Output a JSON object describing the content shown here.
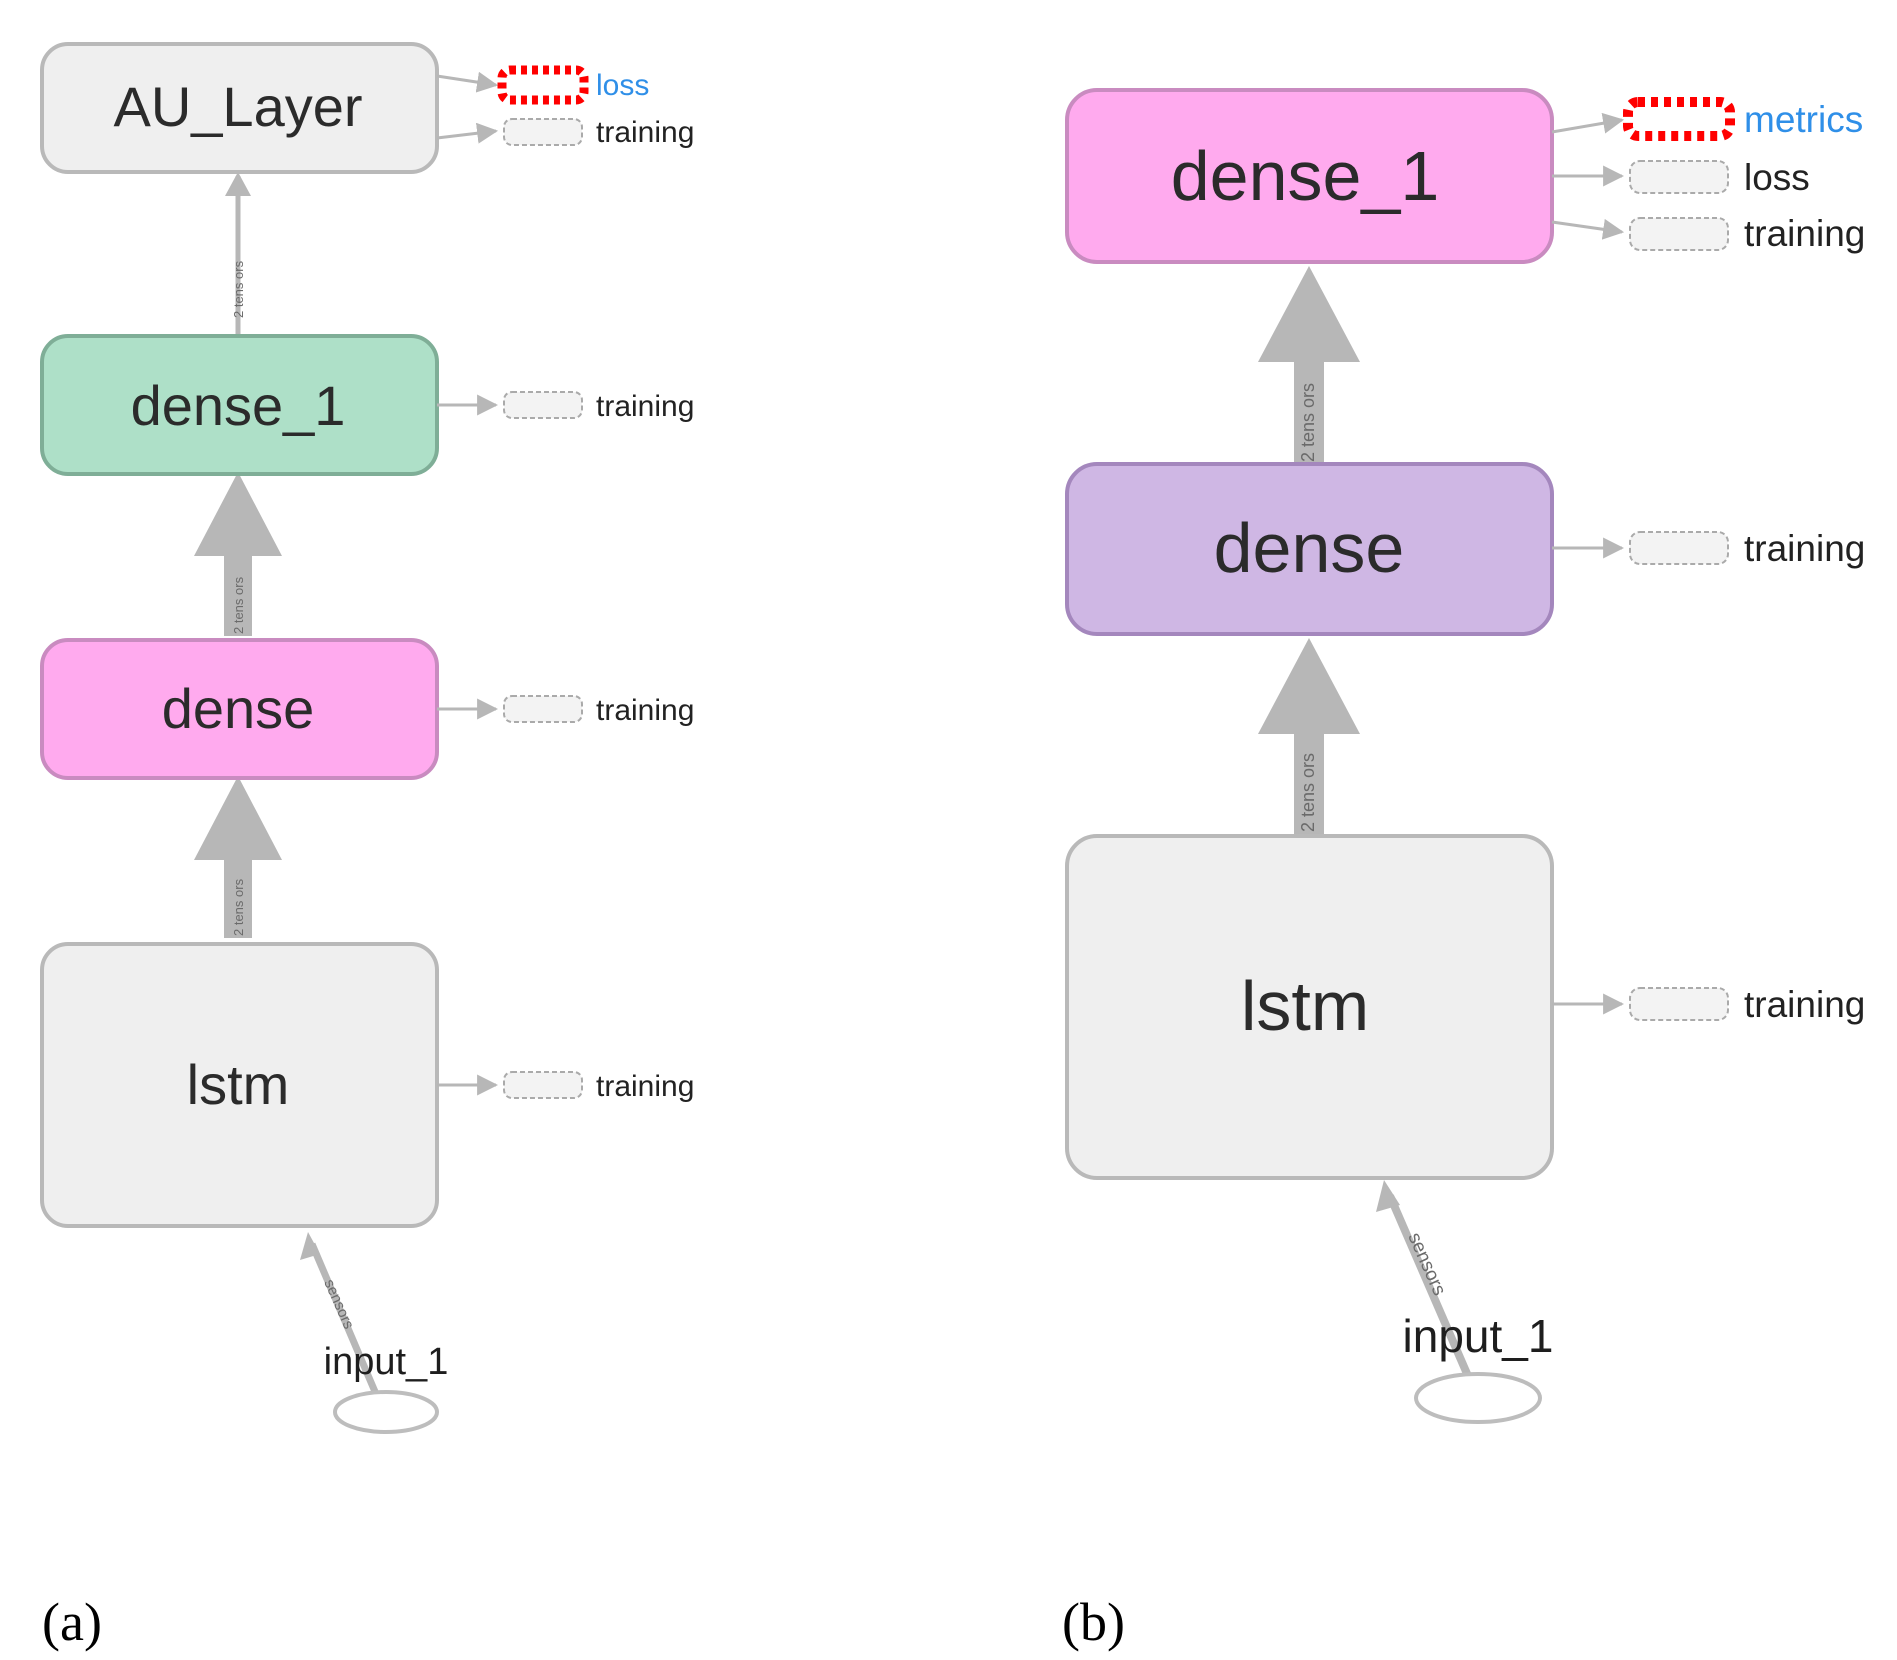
{
  "panels": [
    {
      "id": "a",
      "caption": "(a)",
      "nodes": {
        "top": {
          "label": "AU_Layer",
          "fill": "#efefef",
          "stroke": "#b9b9b9"
        },
        "dense_1": {
          "label": "dense_1",
          "fill": "#aee0c8",
          "stroke": "#7fae97"
        },
        "dense": {
          "label": "dense",
          "fill": "#ffaaee",
          "stroke": "#c98bc0"
        },
        "lstm": {
          "label": "lstm",
          "fill": "#efefef",
          "stroke": "#b9b9b9"
        }
      },
      "outputs": {
        "top": [
          {
            "label": "loss",
            "highlight": true
          },
          {
            "label": "training",
            "highlight": false
          }
        ],
        "dense_1": [
          {
            "label": "training",
            "highlight": false
          }
        ],
        "dense": [
          {
            "label": "training",
            "highlight": false
          }
        ],
        "lstm": [
          {
            "label": "training",
            "highlight": false
          }
        ]
      },
      "edges": {
        "lstm_to_dense": "2 tens ors",
        "dense_to_dense_1": "2 tens ors",
        "dense_1_to_top": "2 tens ors",
        "input_to_lstm": "sensors"
      },
      "input": {
        "label": "input_1"
      }
    },
    {
      "id": "b",
      "caption": "(b)",
      "nodes": {
        "dense_1": {
          "label": "dense_1",
          "fill": "#ffaaee",
          "stroke": "#c98bc0"
        },
        "dense": {
          "label": "dense",
          "fill": "#cfb7e4",
          "stroke": "#a487bd"
        },
        "lstm": {
          "label": "lstm",
          "fill": "#efefef",
          "stroke": "#b9b9b9"
        }
      },
      "outputs": {
        "dense_1": [
          {
            "label": "metrics",
            "highlight": true
          },
          {
            "label": "loss",
            "highlight": false
          },
          {
            "label": "training",
            "highlight": false
          }
        ],
        "dense": [
          {
            "label": "training",
            "highlight": false
          }
        ],
        "lstm": [
          {
            "label": "training",
            "highlight": false
          }
        ]
      },
      "edges": {
        "lstm_to_dense": "2 tens ors",
        "dense_to_dense_1": "2 tens ors",
        "input_to_lstm": "sensors"
      },
      "input": {
        "label": "input_1"
      }
    }
  ],
  "colors": {
    "edge": "#b7b7b7",
    "highlight_stub": "#ff0000",
    "plain_stub": "#aaaaaa",
    "highlight_text": "#2f8fe8"
  }
}
